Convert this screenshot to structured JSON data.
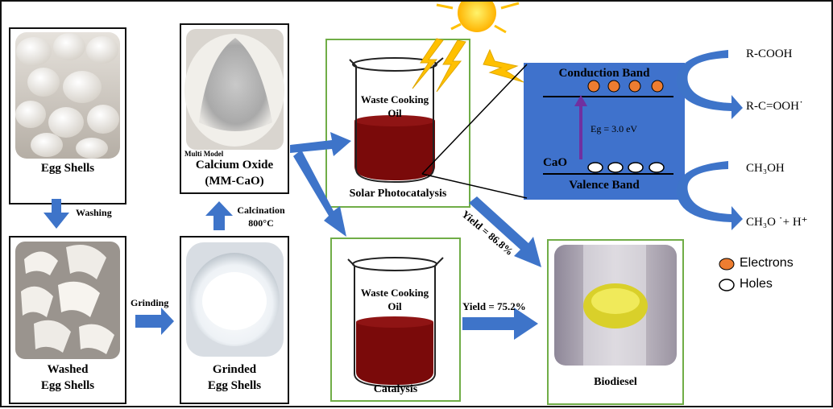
{
  "panels": {
    "egg_shells": "Egg Shells",
    "washed_1": "Washed",
    "washed_2": "Egg Shells",
    "grinded_1": "Grinded",
    "grinded_2": "Egg Shells",
    "multi_model": "Multi Model",
    "cao_1": "Calcium Oxide",
    "cao_2": "(MM-CaO)",
    "solar": "Solar Photocatalysis",
    "catalysis": "Catalysis",
    "biodiesel": "Biodiesel"
  },
  "steps": {
    "washing": "Washing",
    "grinding": "Grinding",
    "calcination_1": "Calcination",
    "calcination_2": "800°C"
  },
  "beaker": {
    "label_1": "Waste Cooking",
    "label_2": "Oil"
  },
  "yields": {
    "photo": "Yield = 86.8%",
    "catalysis": "Yield = 75.2%"
  },
  "band": {
    "conduction": "Conduction Band",
    "valence": "Valence Band",
    "material": "CaO",
    "gap": "Eg = 3.0 eV"
  },
  "reactions": {
    "r1_in": "R-COOH",
    "r1_out": "R-C=OOH˙",
    "r2_in": "CH₃OH",
    "r2_out": "CH₃O ˙+ H⁺"
  },
  "legend": {
    "electrons": "Electrons",
    "holes": "Holes"
  },
  "colors": {
    "arrow": "#3e74c9",
    "band_box": "#3f72cc",
    "panel_border_green": "#70ad47",
    "oil": "#7a0a0a",
    "electron": "#ed7d31",
    "gap_arrow": "#7030a0",
    "sun": "#ffc000"
  }
}
